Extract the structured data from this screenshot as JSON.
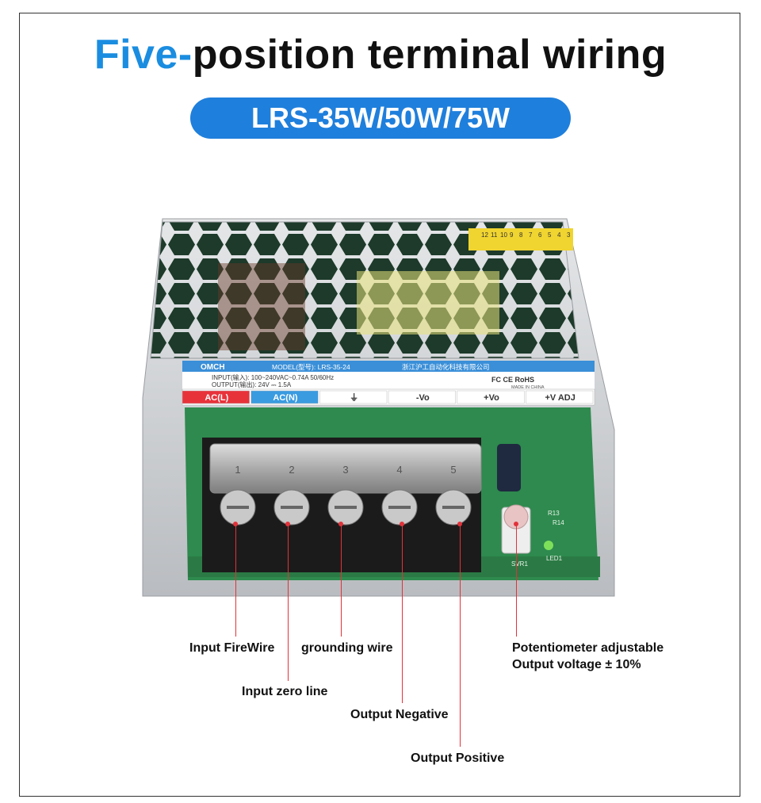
{
  "title": {
    "accent": "Five-",
    "rest": "position terminal wiring"
  },
  "badge": "LRS-35W/50W/75W",
  "device": {
    "brand": "OMCH",
    "model_line": "MODEL(型号): LRS-35-24",
    "company": "浙江沪工自动化科技有限公司",
    "input_line": "INPUT(输入): 100~240VAC~0.74A   50/60Hz",
    "output_line": "OUTPUT(输出): 24V ⎓ 1.5A",
    "made_in": "MADE IN CHINA",
    "terminals": [
      "AC(L)",
      "AC(N)",
      "⏚",
      "-Vo",
      "+Vo",
      "+V ADJ"
    ],
    "terminal_numbers": [
      "1",
      "2",
      "3",
      "4",
      "5"
    ],
    "certs": [
      "FC",
      "CE",
      "RoHS"
    ],
    "sticker_digits": [
      "3",
      "4",
      "5",
      "6",
      "7",
      "8",
      "9",
      "10",
      "11",
      "12"
    ],
    "pcb_labels": [
      "SVR1",
      "LED1",
      "R14",
      "R13"
    ]
  },
  "labels": {
    "input_firewire": "Input FireWire",
    "input_zero": "Input zero line",
    "grounding": "grounding wire",
    "output_negative": "Output Negative",
    "output_positive": "Output Positive",
    "pot_line1": "Potentiometer adjustable",
    "pot_line2": "Output voltage ± 10%"
  },
  "colors": {
    "accent": "#1a8de0",
    "badge": "#1f7fdc",
    "callout": "#e2323a",
    "label_red": "#e8323a",
    "label_blue": "#3a9be0",
    "pcb": "#2e8a4e"
  }
}
